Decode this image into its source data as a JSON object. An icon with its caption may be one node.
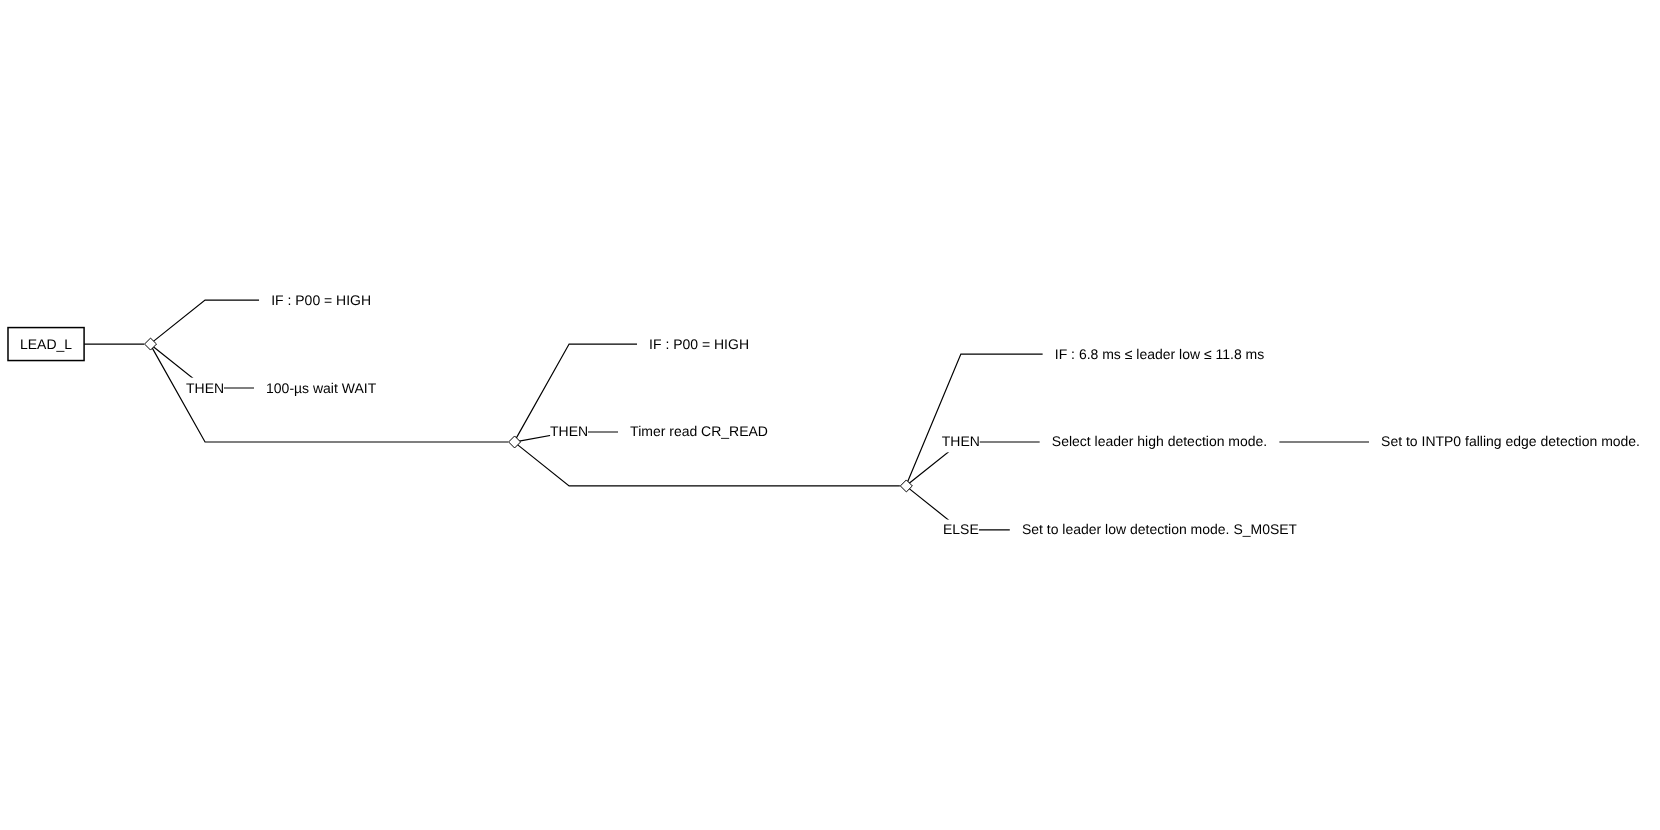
{
  "diagram": {
    "nodes": [
      {
        "text": [
          "LEAD_L"
        ]
      },
      {
        "text": [],
        "shape": "diamond"
      },
      {
        "text": [
          "IF : P00 = HIGH"
        ]
      },
      {
        "text": [
          "100-µs wait WAIT"
        ]
      },
      {
        "text": [],
        "shape": "diamond"
      },
      {
        "text": [
          "IF : P00 = HIGH"
        ]
      },
      {
        "text": [
          "Timer read CR_READ"
        ]
      },
      {
        "text": [],
        "shape": "diamond"
      },
      {
        "text": [
          "IF : 6.8 ms ≤ leader low ≤ 11.8 ms"
        ]
      },
      {
        "text": [
          "Select leader high detection mode."
        ]
      },
      {
        "text": [
          "Set to INTP0 falling edge detection mode."
        ]
      },
      {
        "text": [
          "Set to leader low detection mode. S_M0SET"
        ]
      }
    ],
    "edges": [
      {
        "from": 0,
        "to": 1,
        "arrow": "none"
      },
      {
        "from": 1,
        "to": 2,
        "arrow": "none"
      },
      {
        "from": 1,
        "to": 3,
        "arrow": "none",
        "label": "THEN"
      },
      {
        "from": 1,
        "to": 4,
        "arrow": "none"
      },
      {
        "from": 4,
        "to": 5,
        "arrow": "none"
      },
      {
        "from": 4,
        "to": 6,
        "arrow": "none",
        "label": "THEN"
      },
      {
        "from": 4,
        "to": 7,
        "arrow": "none"
      },
      {
        "from": 7,
        "to": 8,
        "arrow": "none"
      },
      {
        "from": 7,
        "to": 9,
        "arrow": "none",
        "label": "THEN"
      },
      {
        "from": 9,
        "to": 10,
        "arrow": "none"
      },
      {
        "from": 7,
        "to": 11,
        "arrow": "none",
        "label": "ELSE"
      }
    ]
  }
}
